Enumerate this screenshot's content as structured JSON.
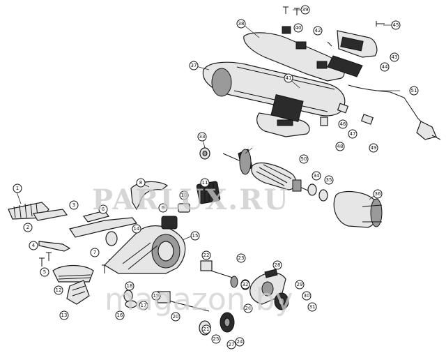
{
  "watermarks": {
    "primary": "PARLUX.RU",
    "secondary": "magazon.by"
  },
  "callouts": [
    "1",
    "2",
    "3",
    "4",
    "5",
    "6",
    "7",
    "8",
    "9",
    "10",
    "11",
    "12",
    "13",
    "14",
    "15",
    "16",
    "17",
    "18",
    "19",
    "20",
    "21",
    "22",
    "23",
    "24",
    "25",
    "26",
    "27",
    "28",
    "29",
    "30",
    "31",
    "32",
    "33",
    "34",
    "35",
    "36",
    "37",
    "38",
    "39",
    "40",
    "41",
    "42",
    "43",
    "44",
    "45",
    "46",
    "47",
    "48",
    "49",
    "50",
    "51"
  ]
}
